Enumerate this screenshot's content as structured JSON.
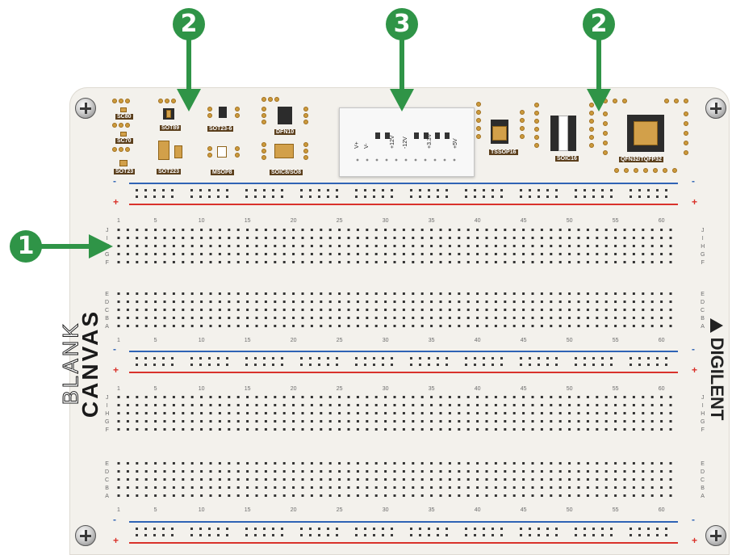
{
  "callouts": [
    {
      "id": "callout-1",
      "label": "1"
    },
    {
      "id": "callout-2a",
      "label": "2"
    },
    {
      "id": "callout-3",
      "label": "3"
    },
    {
      "id": "callout-2b",
      "label": "2"
    }
  ],
  "footprints": [
    {
      "label": "SC80"
    },
    {
      "label": "SC70"
    },
    {
      "label": "SOT23"
    },
    {
      "label": "SOT89"
    },
    {
      "label": "SOT223"
    },
    {
      "label": "SOT23-6"
    },
    {
      "label": "MSOP8"
    },
    {
      "label": "DFN10"
    },
    {
      "label": "SOIC8/SO8"
    },
    {
      "label": "TSSOP16"
    },
    {
      "label": "SOIC16"
    },
    {
      "label": "QFN32/TQFP32"
    }
  ],
  "power_module": {
    "labels": [
      "V+",
      "V-",
      "+12V",
      "-12V",
      "+3.3V",
      "+5V"
    ]
  },
  "breadboard": {
    "column_numbers": [
      "1",
      "5",
      "10",
      "15",
      "20",
      "25",
      "30",
      "35",
      "40",
      "45",
      "50",
      "55",
      "60"
    ],
    "rows_top_block": [
      "J",
      "I",
      "H",
      "G",
      "F"
    ],
    "rows_bottom_block": [
      "E",
      "D",
      "C",
      "B",
      "A"
    ],
    "rail_minus": "-",
    "rail_plus": "+"
  },
  "branding": {
    "blank": "BLANK",
    "canvas": "CANVAS",
    "maker": "DIGILENT"
  },
  "colors": {
    "callout_green": "#2f9447",
    "rail_red": "#d9322b",
    "rail_blue": "#2f63b5",
    "pad_gold": "#cc9a3c",
    "silkscreen_brown": "#5b3f1c"
  }
}
